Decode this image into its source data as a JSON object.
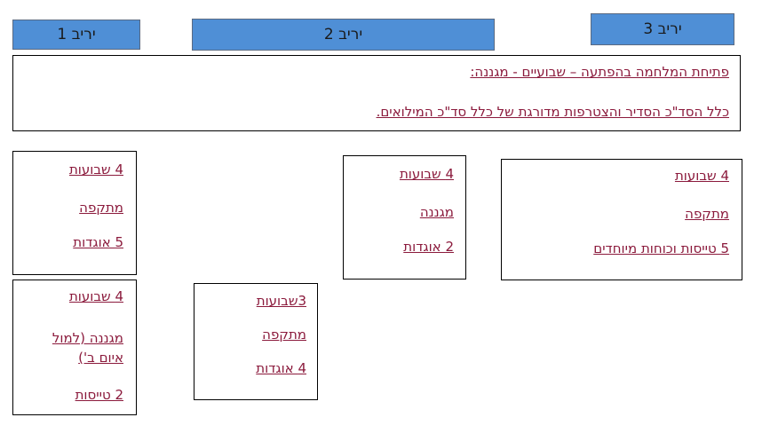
{
  "enemies": [
    {
      "label": "יריב 1"
    },
    {
      "label": "יריב 2"
    },
    {
      "label": "יריב 3"
    }
  ],
  "intro": {
    "line1": "פתיחת המלחמה בהפתעה – שבועיים - מגננה:",
    "line2": "כלל הסד\"כ הסדיר והצטרפות מדורגת של כלל סד\"כ המילואים."
  },
  "boxes": {
    "enemy3": {
      "duration": "4 שבועות",
      "posture": "מתקפה",
      "forces": "5 טייסות וכוחות מיוחדים"
    },
    "enemy2_top": {
      "duration": "4 שבועות",
      "posture": "מגננה",
      "forces": "2 אוגדות"
    },
    "enemy1_top": {
      "duration": "4 שבועות",
      "posture": "מתקפה",
      "forces": "5 אוגדות"
    },
    "enemy2_bottom": {
      "duration": "3שבועות",
      "posture": "מתקפה",
      "forces": "4 אוגדות"
    },
    "enemy1_bottom": {
      "duration": "4 שבועות",
      "posture": "מגננה (למול איום ב')",
      "forces": "2 טייסות"
    }
  }
}
